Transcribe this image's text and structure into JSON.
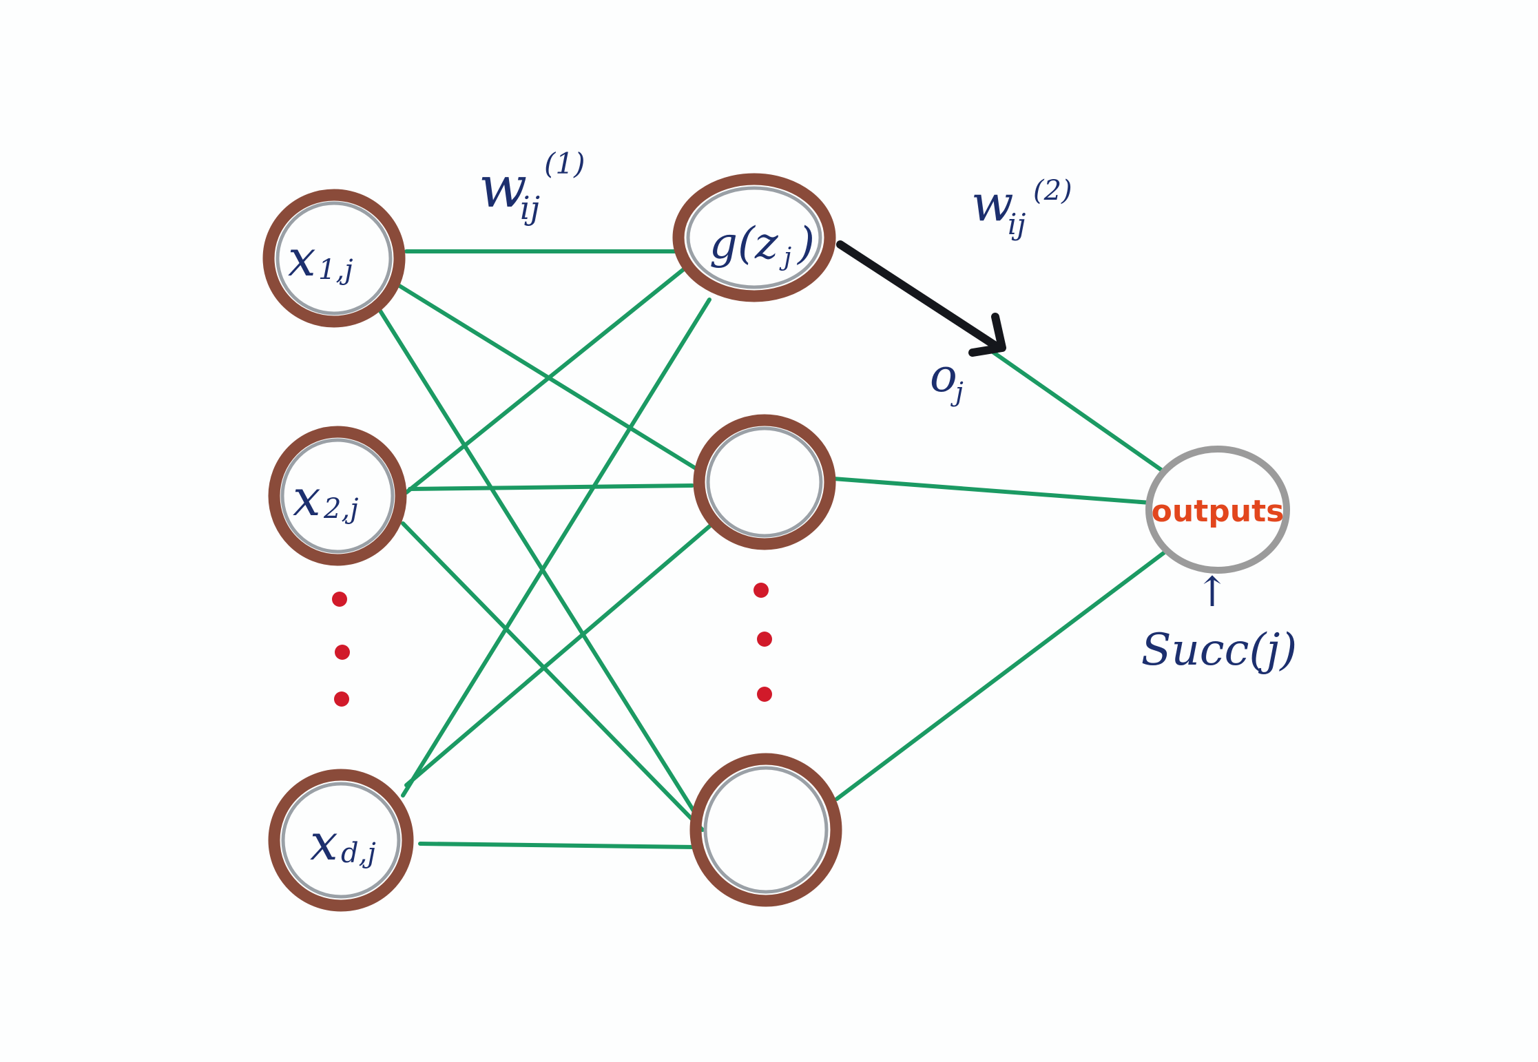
{
  "nodes": {
    "input_1": "x",
    "input_1_sub": "1,j",
    "input_2": "x",
    "input_2_sub": "2,j",
    "input_d": "x",
    "input_d_sub": "d,j",
    "hidden_1": "g(z",
    "hidden_1_sub": "j",
    "hidden_1_close": ")",
    "output": "outputs"
  },
  "labels": {
    "weight_layer1": "w",
    "weight_layer1_sub": "ij",
    "weight_layer1_sup": "(1)",
    "weight_layer2": "w",
    "weight_layer2_sub": "ij",
    "weight_layer2_sup": "(2)",
    "o_j": "o",
    "o_j_sub": "j",
    "succ": "Succ(j)",
    "succ_arrow": "↑"
  },
  "colors": {
    "node_ring": "#8a4b3a",
    "edge": "#1b9a63",
    "text": "#1c2f6e",
    "output_text": "#e2461d",
    "ellipsis_dots": "#d11a2a",
    "arrow": "#15171c"
  }
}
